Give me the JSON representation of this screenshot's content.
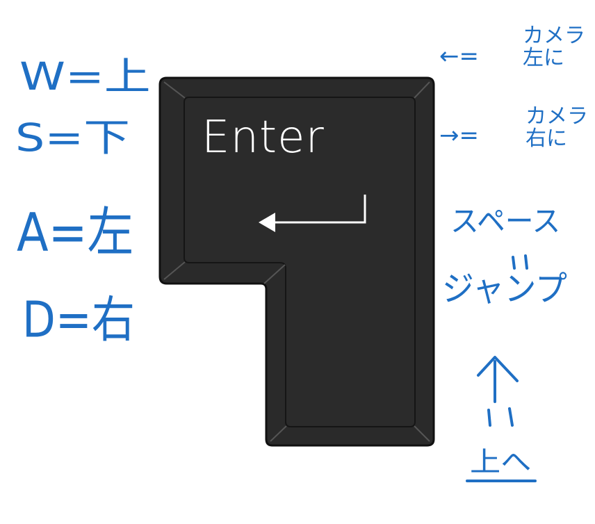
{
  "key": {
    "label": "Enter",
    "fill_color": "#2a2a2a",
    "edge_color": "#111111",
    "label_color": "#ffffff",
    "icon": "return-arrow-icon"
  },
  "notes": {
    "color": "#1f6fc4",
    "left": [
      {
        "text": "W=上"
      },
      {
        "text": "S=下"
      },
      {
        "text": "A=左"
      },
      {
        "text": "D=右"
      }
    ],
    "right": {
      "left_arrow": "←=",
      "left_arrow_text": [
        "カメラ",
        "左に"
      ],
      "right_arrow": "→=",
      "right_arrow_text": [
        "カメラ",
        "右に"
      ],
      "space": "スペース",
      "equals_1": "=",
      "jump": "ジャンプ",
      "up_arrow": "↑",
      "equals_2": "=",
      "up": "上へ"
    }
  }
}
